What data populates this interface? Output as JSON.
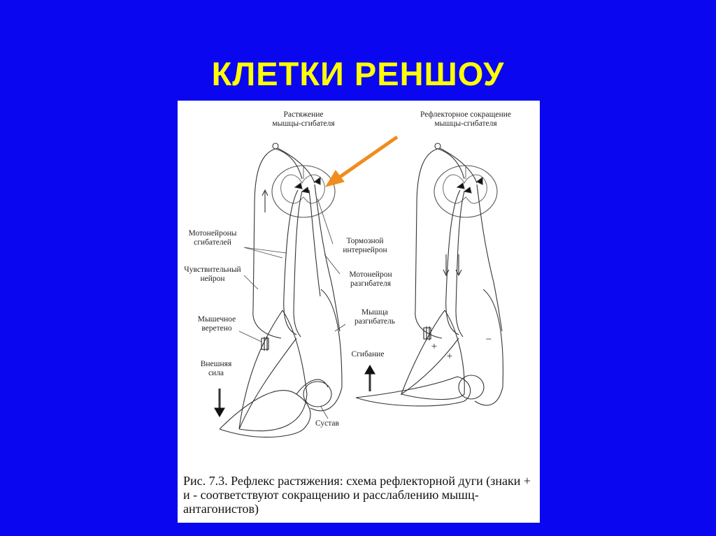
{
  "slide": {
    "title": "КЛЕТКИ РЕНШОУ",
    "background_color": "#0a06f0",
    "title_color": "#ffff00",
    "arrow_color": "#f08c1e"
  },
  "figure": {
    "left_header": "Растяжение\nмышцы-сгибателя",
    "right_header": "Рефлекторное сокращение\nмышцы-сгибателя",
    "labels": {
      "flexor_motoneurons": "Мотонейроны\nсгибателей",
      "sensory_neuron": "Чувствительный\nнейрон",
      "muscle_spindle": "Мышечное\nверетено",
      "external_force": "Внешняя\nсила",
      "inhibitory_interneuron": "Тормозной\nинтернейрон",
      "extensor_motoneuron": "Мотонейрон\nразгибателя",
      "extensor_muscle": "Мышца\nразгибатель",
      "flexion": "Сгибание",
      "joint": "Сустав"
    },
    "signs": {
      "plus": "+",
      "minus": "−"
    },
    "caption": "Рис. 7.3.  Рефлекс растяжения: схема рефлекторной дуги (знаки + и - соответствуют сокращению и расслаблению мышц-антагонистов)"
  }
}
